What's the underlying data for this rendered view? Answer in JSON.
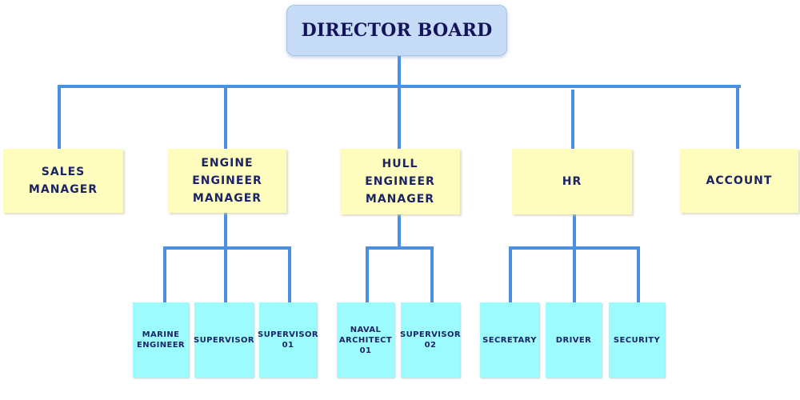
{
  "root": {
    "label": "DIRECTOR BOARD"
  },
  "managers": [
    {
      "label": "SALES\nMANAGER"
    },
    {
      "label": "ENGINE\nENGINEER\nMANAGER"
    },
    {
      "label": "HULL\nENGINEER\nMANAGER"
    },
    {
      "label": "HR"
    },
    {
      "label": "ACCOUNT"
    }
  ],
  "staff": [
    {
      "label": "MARINE\nENGINEER"
    },
    {
      "label": "SUPERVISOR"
    },
    {
      "label": "SUPERVISOR\n01"
    },
    {
      "label": "NAVAL\nARCHITECT\n01"
    },
    {
      "label": "SUPERVISOR\n02"
    },
    {
      "label": "SECRETARY"
    },
    {
      "label": "DRIVER"
    },
    {
      "label": "SECURITY"
    }
  ],
  "colors": {
    "connector": "#4a90e2",
    "root_fill": "#c6dcf6",
    "manager_fill": "#fefdbe",
    "staff_fill": "#9bfbfd",
    "text": "#1c2466"
  }
}
